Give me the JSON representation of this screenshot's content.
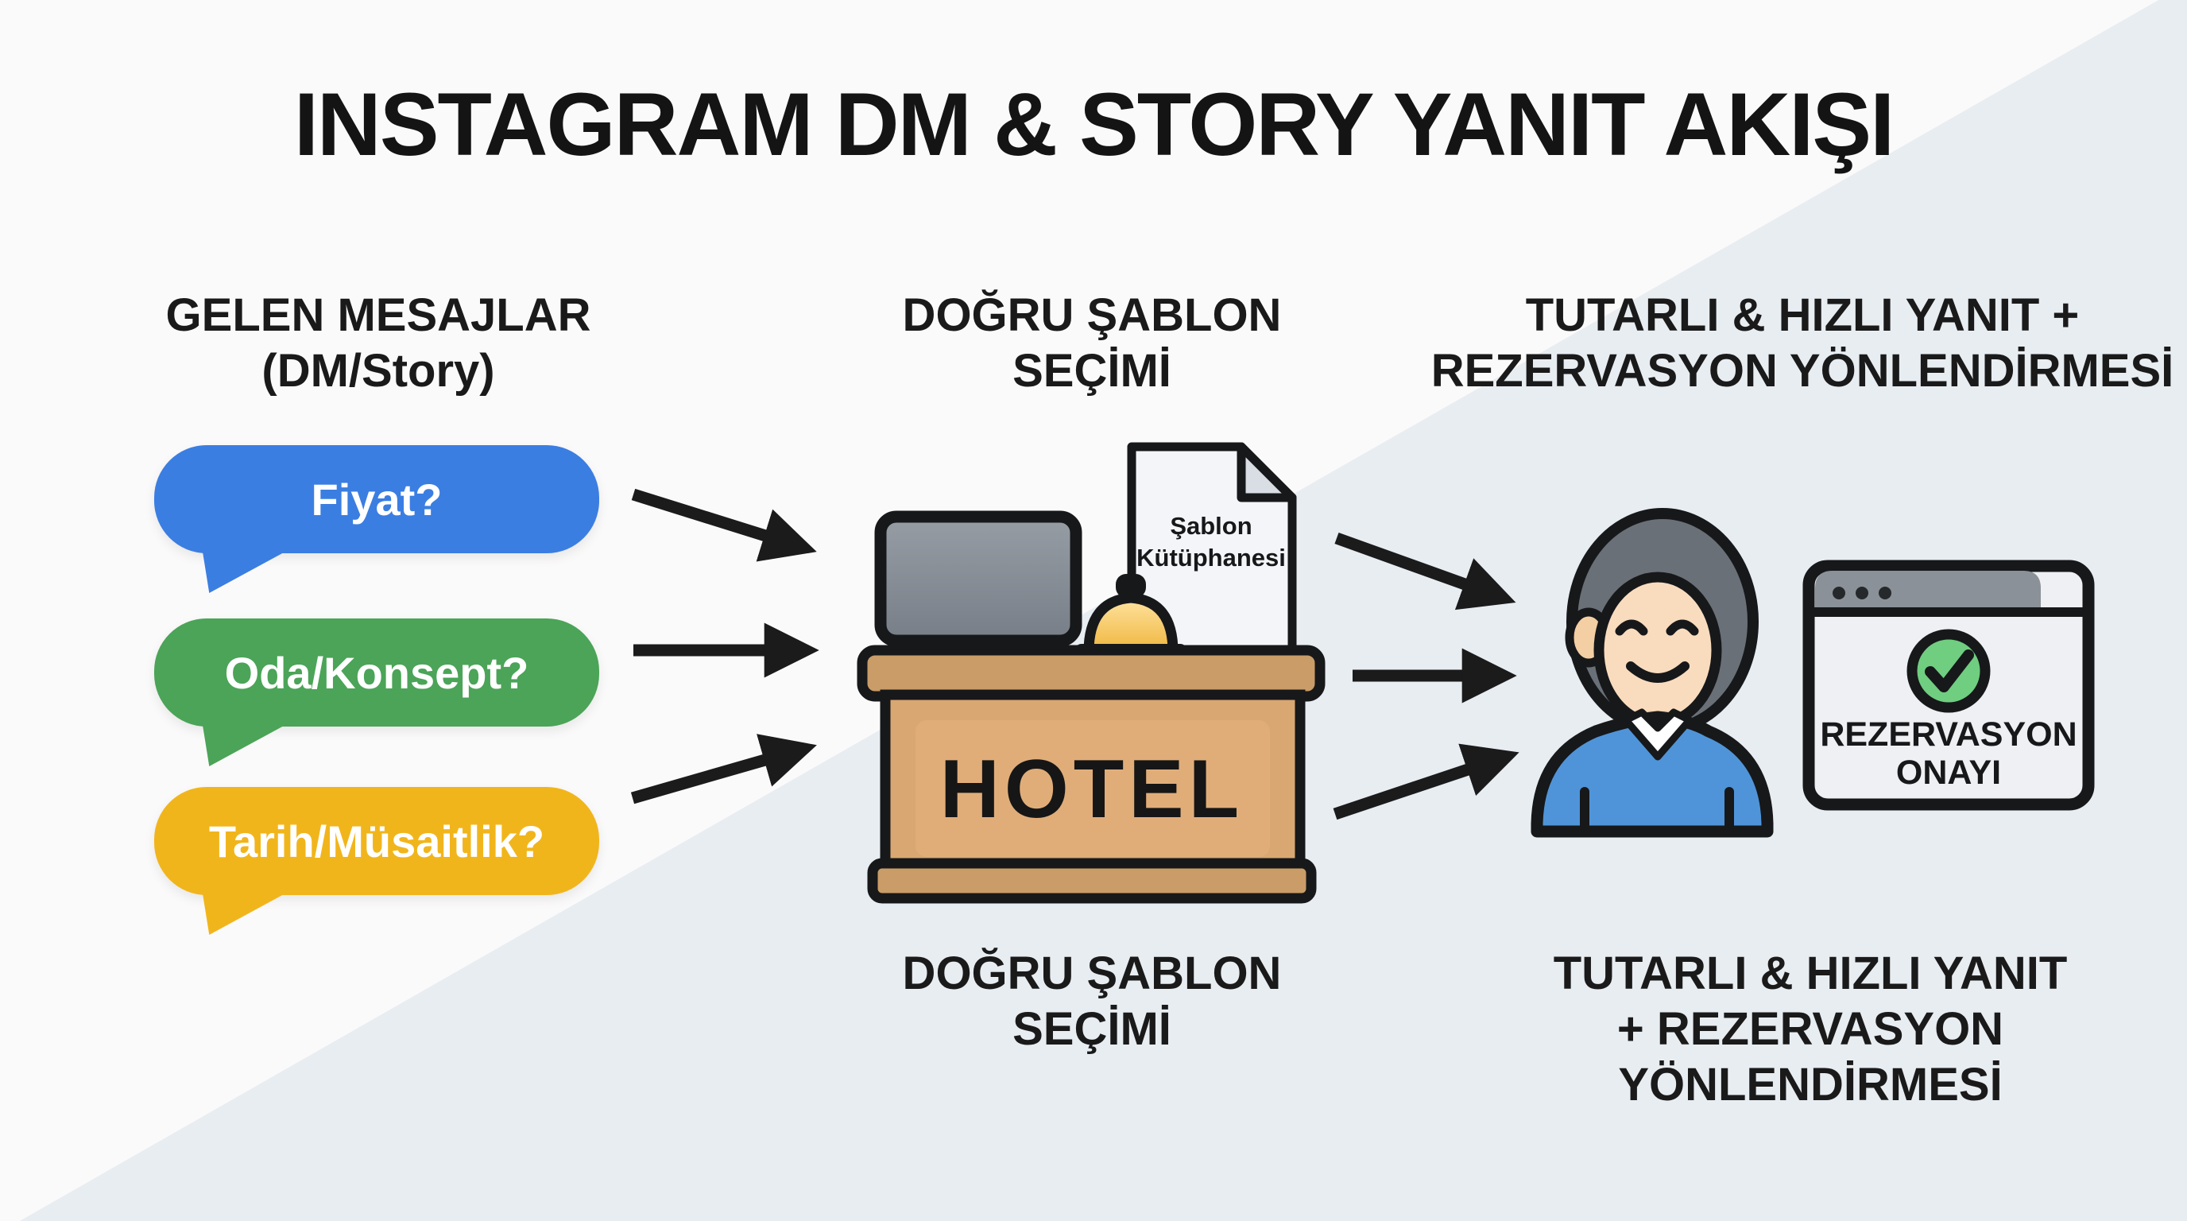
{
  "title": "INSTAGRAM DM & STORY YANIT AKIŞI",
  "columns": {
    "left": {
      "header_line1": "GELEN MESAJLAR",
      "header_line2": "(DM/Story)",
      "bubbles": [
        {
          "label": "Fiyat?",
          "color": "#3b7ee2"
        },
        {
          "label": "Oda/Konsept?",
          "color": "#4ba458"
        },
        {
          "label": "Tarih/Müsaitlik?",
          "color": "#f1b51c"
        }
      ]
    },
    "middle": {
      "header_line1": "DOĞRU ŞABLON",
      "header_line2": "SEÇİMİ",
      "caption_line1": "DOĞRU ŞABLON",
      "caption_line2": "SEÇİMİ",
      "illustration": {
        "desk_sign": "HOTEL",
        "document_line1": "Şablon",
        "document_line2": "Kütüphanesi"
      }
    },
    "right": {
      "header_line1": "TUTARLI & HIZLI YANIT +",
      "header_line2": "REZERVASYON YÖNLENDİRMESİ",
      "caption_line1": "TUTARLI & HIZLI YANIT",
      "caption_line2": "+ REZERVASYON",
      "caption_line3": "YÖNLENDİRMESİ",
      "illustration": {
        "confirmation_line1": "REZERVASYON",
        "confirmation_line2": "ONAYI"
      }
    }
  },
  "colors": {
    "background": "#fbfafa",
    "background_diagonal": "#e8edf2",
    "text": "#1a1a1a",
    "bubble_blue": "#3b7ee2",
    "bubble_green": "#4ba458",
    "bubble_yellow": "#f1b51c",
    "arrow": "#1b1b1b",
    "desk_wood": "#d9a771",
    "desk_wood_dark": "#c99c68",
    "bell_gold": "#f2ba43",
    "monitor_gray": "#868d96",
    "paper": "#f3f5f8",
    "confirmation_green": "#6fce80",
    "shirt_blue": "#4f94d8",
    "skin": "#f9dcbe",
    "hair_gray": "#6a7077"
  }
}
